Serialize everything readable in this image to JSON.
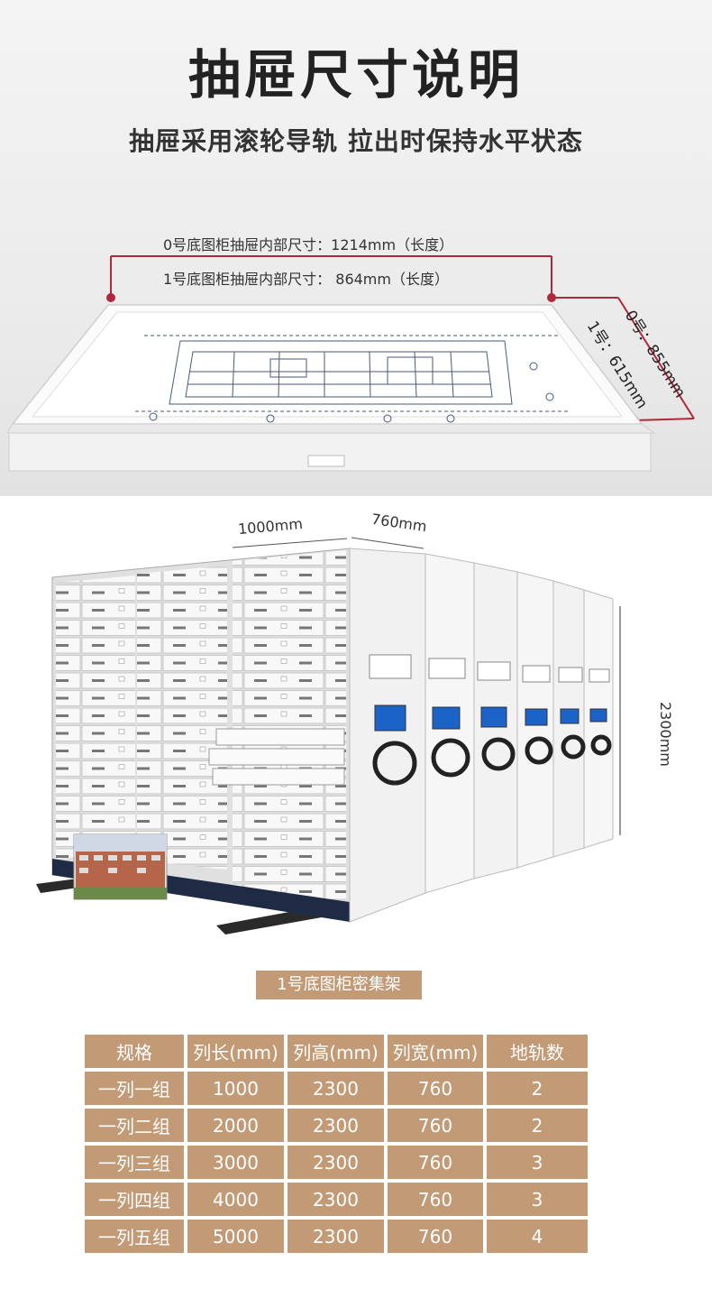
{
  "header": {
    "title": "抽屉尺寸说明",
    "subtitle": "抽屉采用滚轮导轨 拉出时保持水平状态"
  },
  "drawer_dims": {
    "length_0": "0号底图柜抽屉内部尺寸：1214mm（长度）",
    "length_1": "1号底图柜抽屉内部尺寸：  864mm（长度）",
    "depth_0": "0号：855mm",
    "depth_1": "1号：615mm"
  },
  "cabinet_dims": {
    "length": "1000mm",
    "width": "760mm",
    "height": "2300mm"
  },
  "caption": "1号底图柜密集架",
  "spec_table": {
    "headers": [
      "规格",
      "列长(mm)",
      "列高(mm)",
      "列宽(mm)",
      "地轨数"
    ],
    "rows": [
      [
        "一列一组",
        "1000",
        "2300",
        "760",
        "2"
      ],
      [
        "一列二组",
        "2000",
        "2300",
        "760",
        "2"
      ],
      [
        "一列三组",
        "3000",
        "2300",
        "760",
        "3"
      ],
      [
        "一列四组",
        "4000",
        "2300",
        "760",
        "3"
      ],
      [
        "一列五组",
        "5000",
        "2300",
        "760",
        "4"
      ]
    ]
  },
  "colors": {
    "table_cell": "#c29a76",
    "dimension_marker": "#b0283c"
  }
}
